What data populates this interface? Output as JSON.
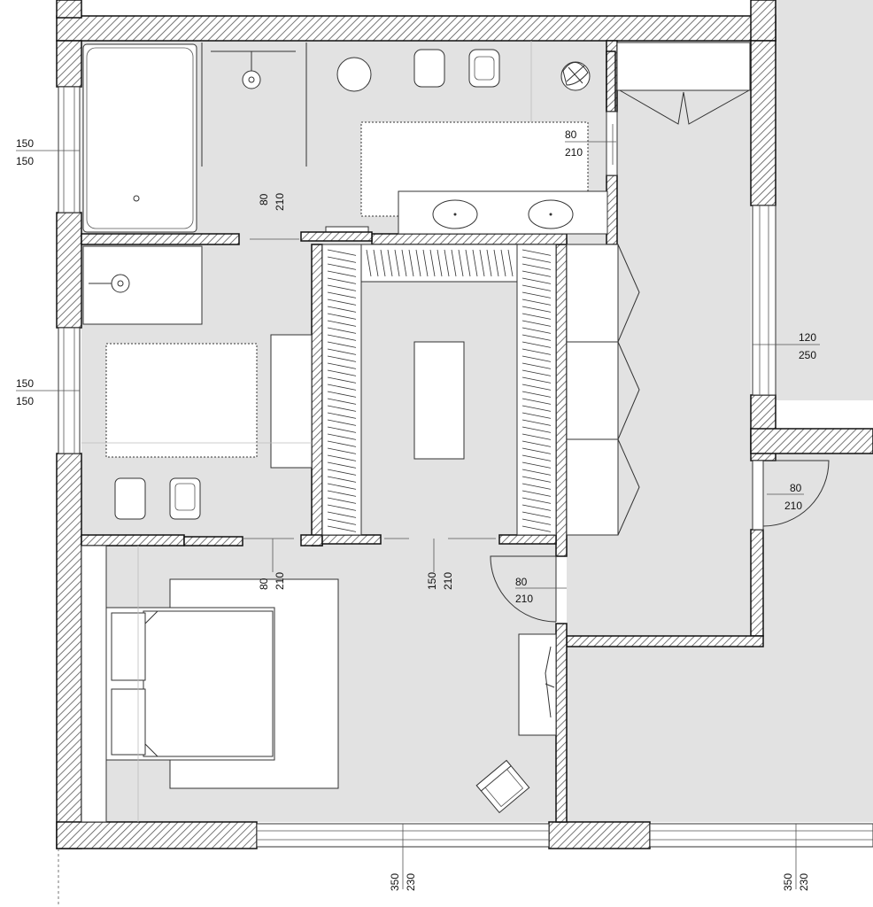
{
  "dimensions": {
    "window_left_upper": {
      "width": "150",
      "height": "150"
    },
    "window_left_lower": {
      "width": "150",
      "height": "150"
    },
    "door_bath_left": {
      "width": "80",
      "height": "210"
    },
    "door_bath_right": {
      "width": "80",
      "height": "210"
    },
    "window_right": {
      "width": "120",
      "height": "250"
    },
    "door_right_room": {
      "width": "80",
      "height": "210"
    },
    "door_bedroom_bath": {
      "width": "80",
      "height": "210"
    },
    "opening_walkin": {
      "width": "150",
      "height": "210"
    },
    "door_bedroom_hall": {
      "width": "80",
      "height": "210"
    },
    "window_bottom_left": {
      "width": "350",
      "height": "230"
    },
    "window_bottom_right": {
      "width": "350",
      "height": "230"
    }
  },
  "colors": {
    "wall_hatch": "#555555",
    "floor": "#e2e2e2",
    "fixture": "#ffffff"
  }
}
